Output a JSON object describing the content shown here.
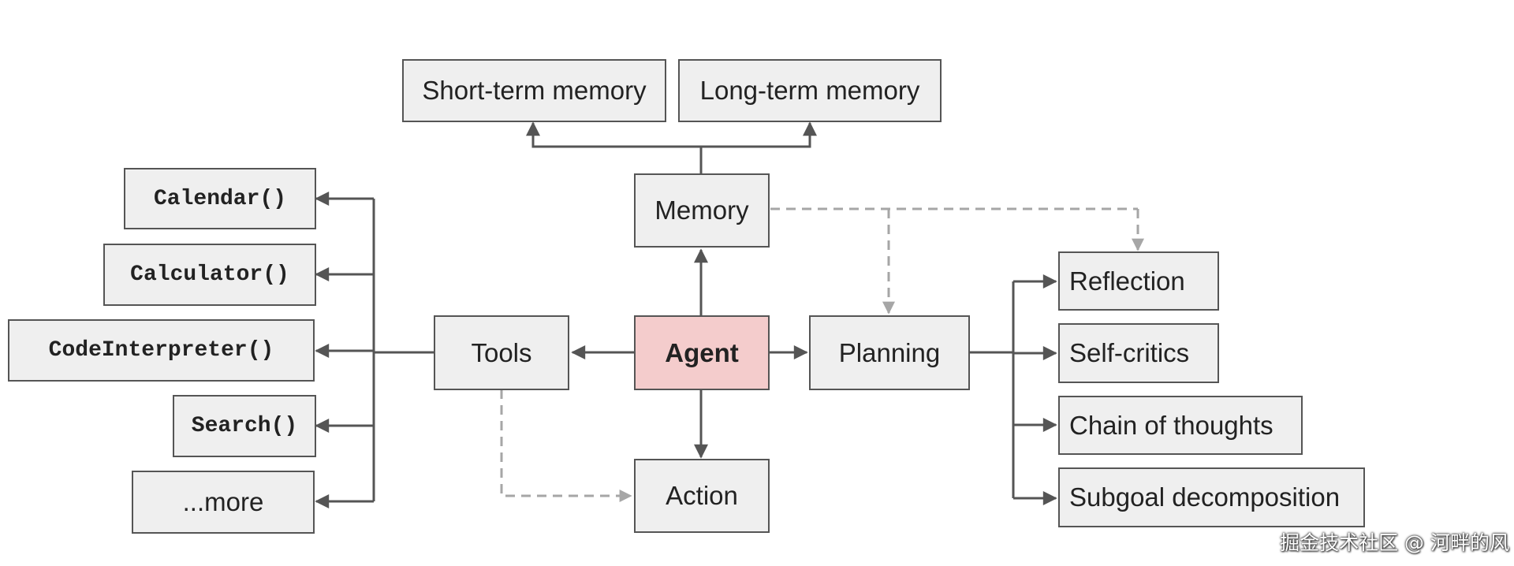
{
  "nodes": {
    "short_term_memory": "Short-term memory",
    "long_term_memory": "Long-term memory",
    "memory": "Memory",
    "agent": "Agent",
    "tools": "Tools",
    "planning": "Planning",
    "action": "Action",
    "calendar": "Calendar()",
    "calculator": "Calculator()",
    "code_interpreter": "CodeInterpreter()",
    "search": "Search()",
    "more": "...more",
    "reflection": "Reflection",
    "self_critics": "Self-critics",
    "chain_of_thoughts": "Chain of thoughts",
    "subgoal_decomposition": "Subgoal decomposition"
  },
  "watermark": "掘金技术社区 @ 河畔的风",
  "colors": {
    "node_fill": "#efefef",
    "node_border": "#555555",
    "agent_fill": "#f4cccc",
    "solid_edge": "#555555",
    "dashed_edge": "#a6a6a6"
  }
}
